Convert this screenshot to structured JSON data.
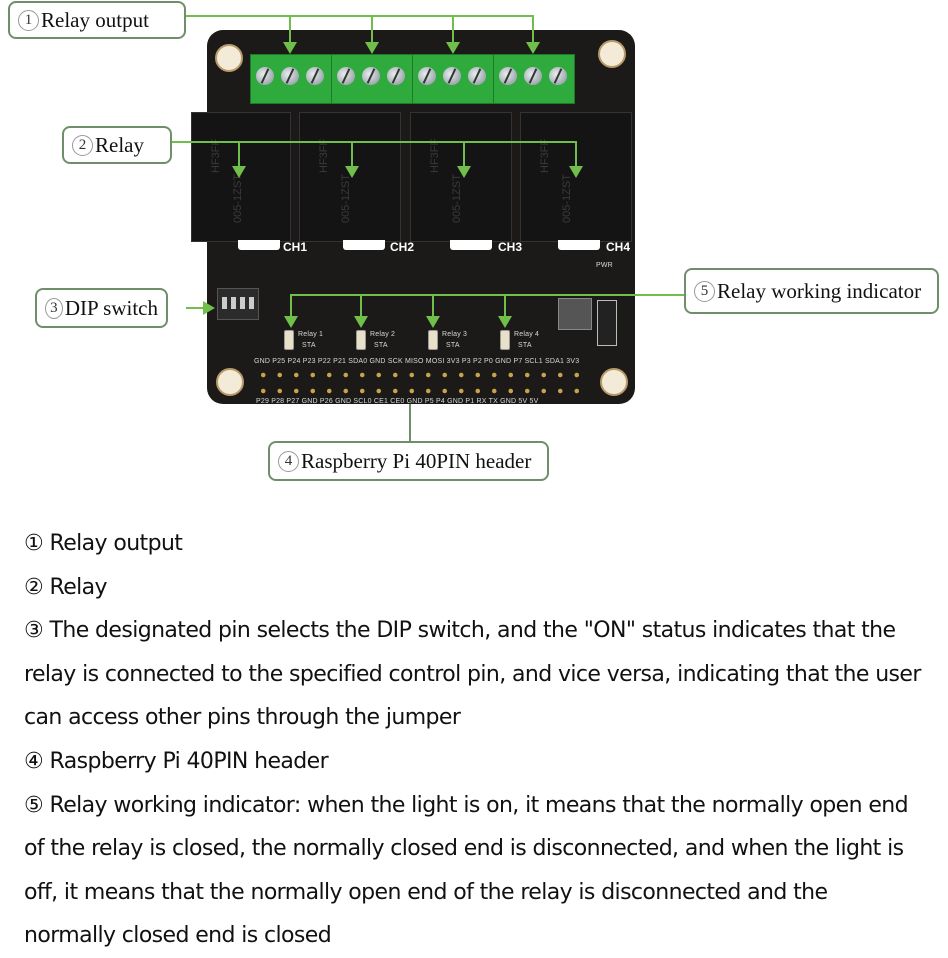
{
  "callouts": {
    "c1": {
      "num": "1",
      "label": "Relay output"
    },
    "c2": {
      "num": "2",
      "label": "Relay"
    },
    "c3": {
      "num": "3",
      "label": "DIP switch"
    },
    "c4": {
      "num": "4",
      "label": "Raspberry Pi 40PIN header"
    },
    "c5": {
      "num": "5",
      "label": "Relay working indicator"
    }
  },
  "board": {
    "relay_model": "HF3FF",
    "relay_spec": "005-1ZST",
    "channels": [
      "CH1",
      "CH2",
      "CH3",
      "CH4"
    ],
    "indicators": [
      {
        "label": "Relay 1",
        "sub": "STA"
      },
      {
        "label": "Relay 2",
        "sub": "STA"
      },
      {
        "label": "Relay 3",
        "sub": "STA"
      },
      {
        "label": "Relay 4",
        "sub": "STA"
      }
    ],
    "pwr_label": "PWR",
    "pins_top": "GND P25 P24 P23 P22 P21 SDA0 GND SCK MISO MOSI 3V3 P3 P2 P0 GND P7 SCL1 SDA1 3V3",
    "pins_bottom": "P29 P28 P27 GND P26 GND SCL0 CE1 CE0 GND P5 P4 GND P1 RX TX GND 5V 5V"
  },
  "description": {
    "items": [
      "① Relay output",
      "② Relay",
      "③ The designated pin selects the DIP switch, and the \"ON\" status indicates that the relay is connected to the specified control pin, and vice versa, indicating that the user can access other pins through the jumper",
      "④ Raspberry Pi 40PIN header",
      "⑤ Relay working indicator: when the light is on, it means that the normally open end of the relay is closed, the normally closed end is disconnected, and when the light is off, it means that the normally open end of the relay is disconnected and the normally closed end is closed"
    ]
  },
  "colors": {
    "accent_green": "#6fbf4a",
    "callout_border": "#6f8f6a",
    "board": "#1b1a18",
    "terminal": "#2faa3c"
  }
}
